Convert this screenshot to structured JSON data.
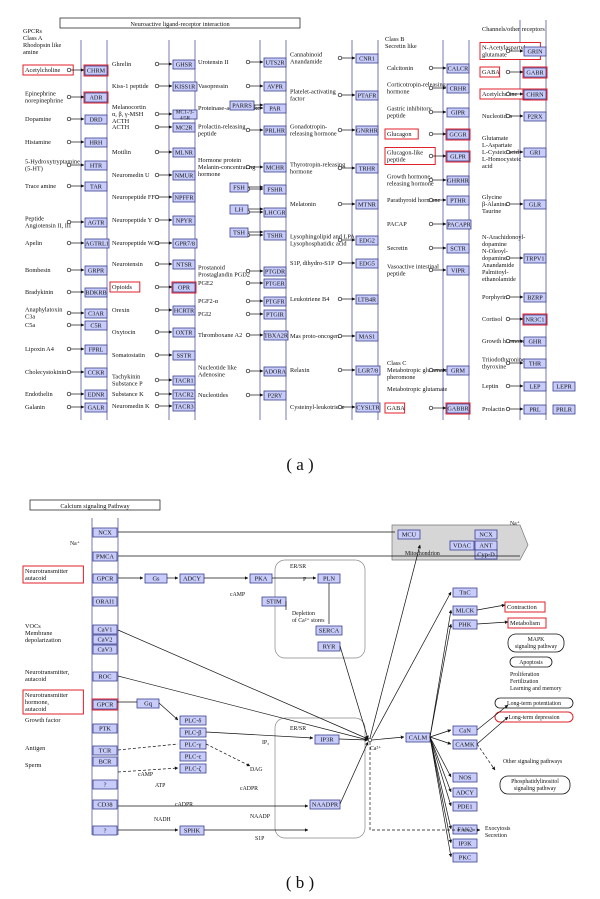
{
  "panel_a": {
    "title": "Neuroactive ligand-receptor interaction",
    "caption": "( a )",
    "columns": [
      {
        "header": [
          "GPCRs",
          "Class A",
          "Rhodopsin like",
          "amine"
        ],
        "items": [
          {
            "ligand": "Acetylcholine",
            "receptor": "CHRM",
            "ligand_hl": true,
            "receptor_hl": true
          },
          {
            "ligand": "Epinephrine\nnorepinephrine",
            "receptor": "ADR",
            "receptor_hl": true
          },
          {
            "ligand": "Dopamine",
            "receptor": "DRD"
          },
          {
            "ligand": "Histamine",
            "receptor": "HRH"
          },
          {
            "ligand": "5-Hydroxytryptamine\n(5-HT)",
            "receptor": "HTR"
          },
          {
            "ligand": "Trace amine",
            "receptor": "TAR"
          },
          {
            "ligand": "Peptide\nAngiotensin II, III",
            "receptor": "AGTR"
          },
          {
            "ligand": "Apelin",
            "receptor": "AGTRL1"
          },
          {
            "ligand": "Bombesin",
            "receptor": "GRPR"
          },
          {
            "ligand": "Bradykinin",
            "receptor": "BDKRB"
          },
          {
            "ligand": "Anaphylatoxin\nC3a",
            "receptor": "C3AR"
          },
          {
            "ligand": "C5a",
            "receptor": "C5R"
          },
          {
            "ligand": "Lipoxin A4",
            "receptor": "FPRL"
          },
          {
            "ligand": "Cholecystokinin",
            "receptor": "CCKR"
          },
          {
            "ligand": "Endothelin",
            "receptor": "EDNR"
          },
          {
            "ligand": "Galanin",
            "receptor": "GALR"
          }
        ]
      },
      {
        "items": [
          {
            "ligand": "Ghrelin",
            "receptor": "GHSR"
          },
          {
            "ligand": "Kiss-1 peptide",
            "receptor": "KISS1R"
          },
          {
            "ligand": "Melanocortin\nα, β, γ-MSH\nACTH",
            "receptor": "MC1-/3-\n4/5R"
          },
          {
            "ligand": "ACTH",
            "receptor": "MC2R"
          },
          {
            "ligand": "Motilin",
            "receptor": "MLNR"
          },
          {
            "ligand": "Neuromedin U",
            "receptor": "NMUR"
          },
          {
            "ligand": "Neuropeptide FF",
            "receptor": "NPFFR"
          },
          {
            "ligand": "Neuropeptide Y",
            "receptor": "NPYR"
          },
          {
            "ligand": "Neuropeptide W/B",
            "receptor": "GPR7/8"
          },
          {
            "ligand": "Neurotensin",
            "receptor": "NTSR"
          },
          {
            "ligand": "Opioids",
            "receptor": "OPR",
            "ligand_hl": true,
            "receptor_hl": true
          },
          {
            "ligand": "Orexin",
            "receptor": "HCRTR"
          },
          {
            "ligand": "Oxytocin",
            "receptor": "OXTR"
          },
          {
            "ligand": "Somatostatin",
            "receptor": "SSTR"
          },
          {
            "ligand": "Tachykinin\nSubstance P",
            "receptor": "TACR1"
          },
          {
            "ligand": "Substance K",
            "receptor": "TACR2"
          },
          {
            "ligand": "Neuromedin K",
            "receptor": "TACR3"
          }
        ]
      },
      {
        "items": [
          {
            "ligand": "Urotensin II",
            "receptor": "UTS2R"
          },
          {
            "ligand": "Vasopressin",
            "receptor": "AVPR"
          },
          {
            "ligand": "Proteinase-activated like",
            "receptor": "PAR"
          },
          {
            "ligand": "Prolactin-releasing\npeptide",
            "receptor": "PRLHR"
          },
          {
            "ligand": "Hormone protein\nMelanin-concentrating\nhormone",
            "receptor": "MCHR"
          },
          {
            "ligand": "",
            "receptor": "FSHR"
          },
          {
            "ligand": "",
            "receptor": "LHCGR"
          },
          {
            "ligand": "",
            "receptor": "TSHR"
          },
          {
            "ligand": "Prostanoid\nProstaglandin PGD2",
            "receptor": "PTGDR"
          },
          {
            "ligand": "PGE2",
            "receptor": "PTGER"
          },
          {
            "ligand": "PGF2-α",
            "receptor": "PTGFR"
          },
          {
            "ligand": "PGI2",
            "receptor": "PTGIR"
          },
          {
            "ligand": "Thromboxane A2",
            "receptor": "TBXA2R"
          },
          {
            "ligand": "Nucleotide like\nAdenosine",
            "receptor": "ADORA"
          },
          {
            "ligand": "Nucleotides",
            "receptor": "P2RY"
          }
        ],
        "side_boxes": [
          "PARRS",
          "FSH",
          "LH",
          "TSH"
        ]
      },
      {
        "items": [
          {
            "ligand": "Cannabinoid\nAnandamide",
            "receptor": "CNR1"
          },
          {
            "ligand": "Platelet-activating\nfactor",
            "receptor": "PTAFR"
          },
          {
            "ligand": "Gonadotropin-\nreleasing hormone",
            "receptor": "GNRHR"
          },
          {
            "ligand": "Thyrotropin-releasing\nhormone",
            "receptor": "TRHR"
          },
          {
            "ligand": "Melatonin",
            "receptor": "MTNR"
          },
          {
            "ligand": "Lysophingolipid and LPA\nLysophosphatidic acid",
            "receptor": "EDG2"
          },
          {
            "ligand": "S1P, dihydro-S1P",
            "receptor": "EDG5"
          },
          {
            "ligand": "Leukotriene B4",
            "receptor": "LTB4R"
          },
          {
            "ligand": "Mas proto-oncogene",
            "receptor": "MAS1"
          },
          {
            "ligand": "Relaxin",
            "receptor": "LGR7/8"
          },
          {
            "ligand": "Cysteinyl-leukotriene",
            "receptor": "CYSLTR"
          }
        ]
      },
      {
        "header": [
          "Class B",
          "Secretin like"
        ],
        "items": [
          {
            "ligand": "Calcitonin",
            "receptor": "CALCR"
          },
          {
            "ligand": "Corticotropin-releasing\nhormone",
            "receptor": "CRHR"
          },
          {
            "ligand": "Gastric inhibitory\npeptide",
            "receptor": "GIPR"
          },
          {
            "ligand": "Glucagon",
            "receptor": "GCGR",
            "ligand_hl": true,
            "receptor_hl": true
          },
          {
            "ligand": "Glucagon-like\npeptide",
            "receptor": "GLPR",
            "ligand_hl": true,
            "receptor_hl": true
          },
          {
            "ligand": "Growth hormone-\nreleasing hormone",
            "receptor": "GHRHR"
          },
          {
            "ligand": "Parathyroid hormone",
            "receptor": "PTHR"
          },
          {
            "ligand": "PACAP",
            "receptor": "PACAPR"
          },
          {
            "ligand": "Secretin",
            "receptor": "SCTR"
          },
          {
            "ligand": "Vasoactive intestinal\npeptide",
            "receptor": "VIPR"
          },
          {
            "ligand": "Class C\nMetabotropic glutamate/\npheromone",
            "receptor": "GRM"
          },
          {
            "ligand": "Metabotropic glutamate",
            "receptor": ""
          },
          {
            "ligand": "GABA",
            "receptor": "GABBR",
            "ligand_hl": true,
            "receptor_hl": true
          }
        ]
      },
      {
        "header": [
          "Channels/other receptors"
        ],
        "items": [
          {
            "ligand": "N-Acetylaspartyl\nglutamate",
            "receptor": "GRIN",
            "ligand_hl": true
          },
          {
            "ligand": "GABA",
            "receptor": "GABR",
            "ligand_hl": true,
            "receptor_hl": true
          },
          {
            "ligand": "Acetylcholine",
            "receptor": "CHRN",
            "ligand_hl": true,
            "receptor_hl": true
          },
          {
            "ligand": "Nucleotides",
            "receptor": "P2RX"
          },
          {
            "ligand": "Glutamate\nL-Aspartate\nL-Cysteic acid\nL-Homocysteic\nacid",
            "receptor": "GRI"
          },
          {
            "ligand": "Glycine\nβ-Alanine\nTaurine",
            "receptor": "GLR"
          },
          {
            "ligand": "N-Arachidonoyl-\ndopamine\nN-Oleoyl-\ndopamine\nAnandamide\nPalmitoyl-\nethanolamide",
            "receptor": "TRPV1"
          },
          {
            "ligand": "Porphyrins",
            "receptor": "BZRP"
          },
          {
            "ligand": "Cortisol",
            "receptor": "NR3C1",
            "receptor_hl": true
          },
          {
            "ligand": "Growth hormone",
            "receptor": "GHR"
          },
          {
            "ligand": "Triiodothyronine,\nthyroxine",
            "receptor": "THR"
          },
          {
            "ligand": "Leptin",
            "receptor": "LEP"
          },
          {
            "ligand": "Prolactin",
            "receptor": "PRL"
          }
        ],
        "receptors_extra": [
          "LEPR",
          "PRLR"
        ]
      }
    ]
  },
  "panel_b": {
    "title": "Calcium signaling Pathway",
    "caption": "( b )",
    "left_labels": [
      {
        "text": "Neurotransmitter\nautacoid",
        "hl": true
      },
      {
        "text": "VOCs\nMembrane\ndepolarization"
      },
      {
        "text": "Neurotransmitter,\nautacoid"
      },
      {
        "text": "Neurotransmitter\nhormone,\nautacoid",
        "hl": true
      },
      {
        "text": "Growth factor"
      },
      {
        "text": "Antigen"
      },
      {
        "text": "Sperm"
      }
    ],
    "membrane_nodes": [
      "NCX",
      "PMCA",
      "GPCR",
      "ORAI1",
      "CaV1",
      "CaV2",
      "CaV3",
      "ROC",
      "GPCR",
      "PTK",
      "TCR",
      "BCR",
      "?",
      "CD38",
      "?"
    ],
    "nodes": {
      "gs": "Gs",
      "adcy": "ADCY",
      "pka": "PKA",
      "pln": "PLN",
      "stim": "STIM",
      "serca": "SERCA",
      "ryr": "RYR",
      "gq": "Gq",
      "plcd": "PLC-δ",
      "plcb": "PLC-β",
      "plcg": "PLC-γ",
      "plce": "PLC-ε",
      "plcz": "PLC-ζ",
      "ip3r": "IP3R",
      "naadpr": "NAADPR",
      "sphk": "SPHK",
      "calm": "CALM",
      "mcu": "MCU",
      "ncx2": "NCX",
      "vdac": "VDAC",
      "ant": "ANT",
      "cypd": "Cyp-D",
      "tnc": "TnC",
      "mlck": "MLCK",
      "phk": "PHK",
      "can": "CaN",
      "camk": "CAMK",
      "nos": "NOS",
      "adcy2": "ADCY",
      "pde1": "PDE1",
      "fak2": "FAK2",
      "ip3k": "IP3K",
      "pkc": "PKC"
    },
    "labels": {
      "na1": "Na⁺",
      "na2": "Na⁺",
      "camp1": "cAMP",
      "camp2": "cAMP",
      "ersr1": "ER/SR",
      "ersr2": "ER/SR",
      "p": "P",
      "depletion": "Depletion\nof Ca²⁺ stores",
      "mito": "Mitochondrion",
      "ip3": "IP₃",
      "dag": "DAG",
      "atp": "ATP",
      "cadpr1": "cADPR",
      "cadpr2": "cADPR",
      "nadh": "NADH",
      "naadp": "NAADP",
      "s1p": "S1P",
      "ca": "Ca²⁺",
      "contraction": "Contraction",
      "metabolism": "Metabolism",
      "mapk": "MAPK\nsignaling pathway",
      "apoptosis": "Apoptosis",
      "prolif": "Proliferation\nFertilization\nLearning and memory",
      "ltp": "Long-term potentiation",
      "ltd": "Long-term depression",
      "other": "Other signaling pathways",
      "pi": "Phosphatidylinositol\nsignaling pathway",
      "exo": "Exocytosis\nSecretion"
    }
  }
}
